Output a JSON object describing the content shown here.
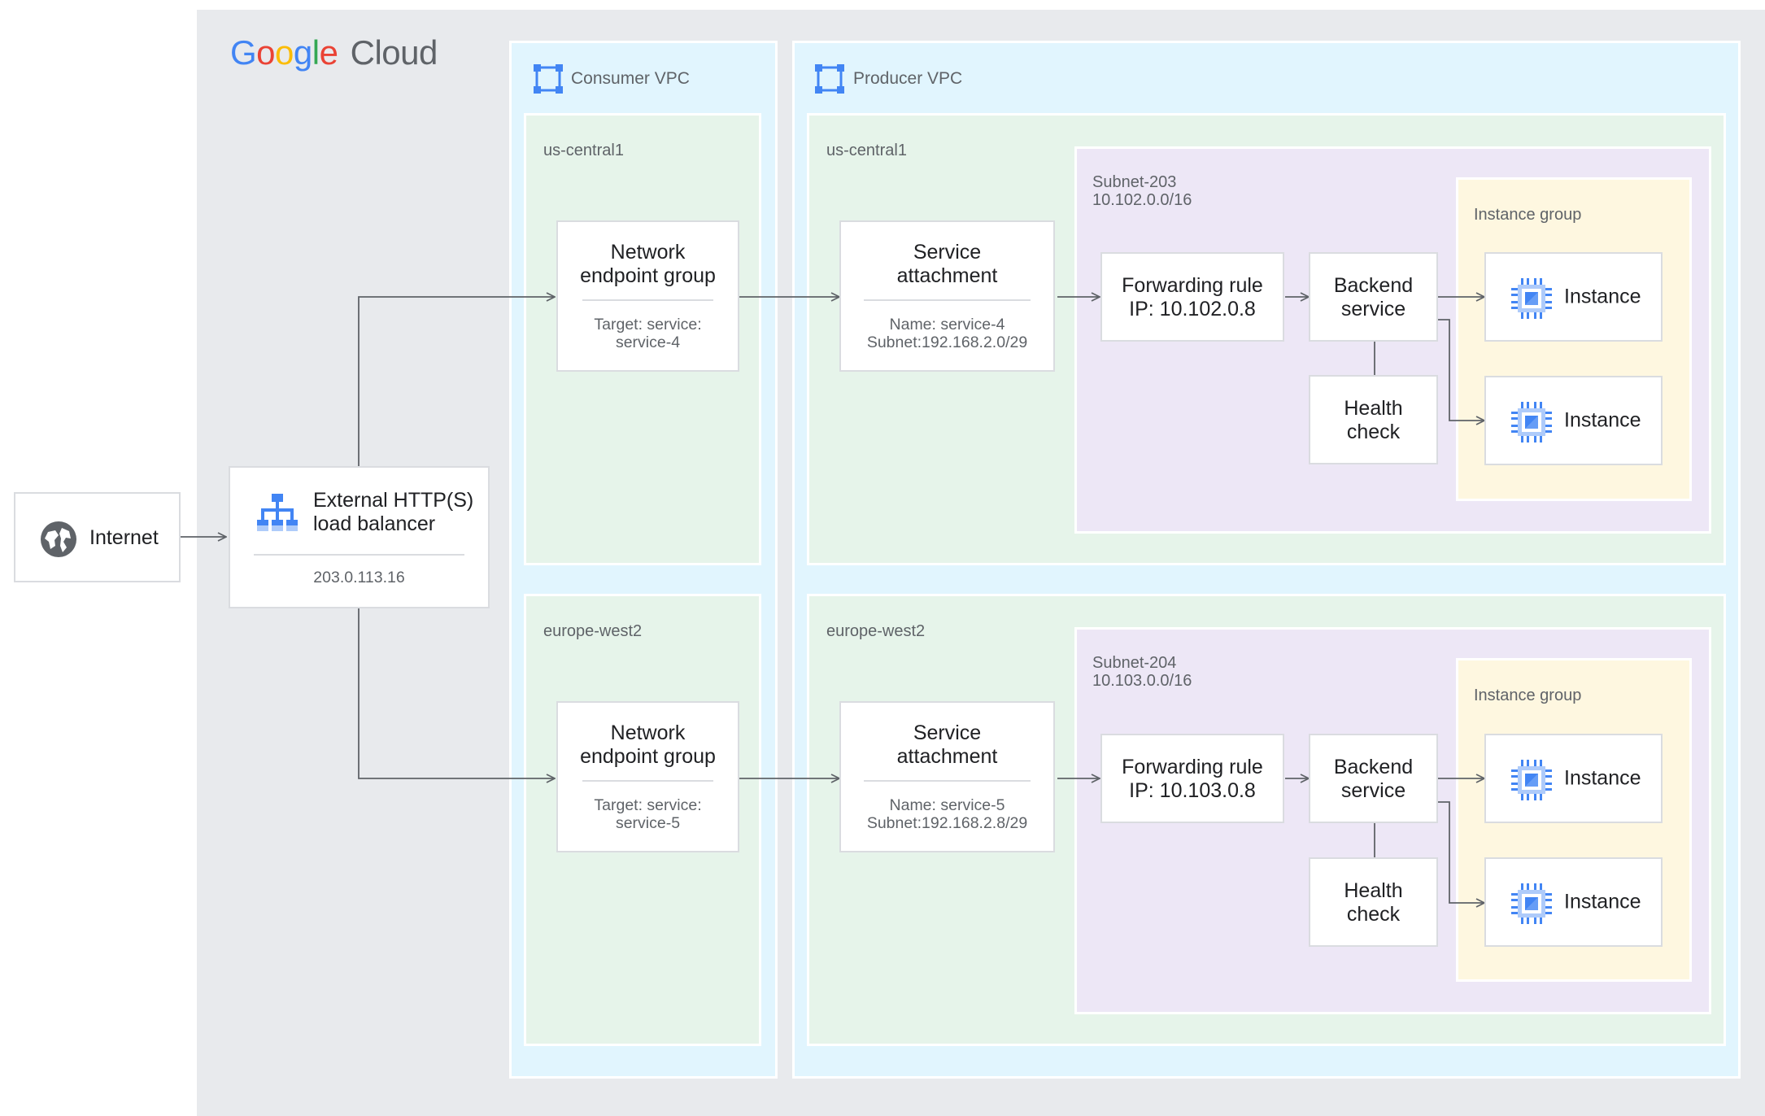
{
  "brand": {
    "letters": [
      {
        "t": "G",
        "color": "#4285F4"
      },
      {
        "t": "o",
        "color": "#EA4335"
      },
      {
        "t": "o",
        "color": "#FBBC05"
      },
      {
        "t": "g",
        "color": "#4285F4"
      },
      {
        "t": "l",
        "color": "#34A853"
      },
      {
        "t": "e",
        "color": "#EA4335"
      }
    ],
    "product": "Cloud",
    "product_color": "#5f6368"
  },
  "internet": {
    "label": "Internet"
  },
  "load_balancer": {
    "title_line1": "External HTTP(S)",
    "title_line2": "load balancer",
    "ip": "203.0.113.16"
  },
  "consumer_vpc": {
    "label": "Consumer VPC",
    "regions": [
      {
        "label": "us-central1",
        "neg": {
          "title_line1": "Network",
          "title_line2": "endpoint group",
          "target_line1": "Target: service:",
          "target_line2": "service-4"
        }
      },
      {
        "label": "europe-west2",
        "neg": {
          "title_line1": "Network",
          "title_line2": "endpoint group",
          "target_line1": "Target: service:",
          "target_line2": "service-5"
        }
      }
    ]
  },
  "producer_vpc": {
    "label": "Producer VPC",
    "regions": [
      {
        "label": "us-central1",
        "attachment": {
          "title_line1": "Service",
          "title_line2": "attachment",
          "name": "Name: service-4",
          "subnet": "Subnet:192.168.2.0/29"
        },
        "subnet": {
          "name": "Subnet-203",
          "cidr": "10.102.0.0/16"
        },
        "forwarding_rule": {
          "line1": "Forwarding rule",
          "line2": "IP: 10.102.0.8"
        },
        "backend": {
          "line1": "Backend",
          "line2": "service"
        },
        "health": {
          "line1": "Health",
          "line2": "check"
        },
        "instance_group": {
          "label": "Instance group",
          "instances": [
            "Instance",
            "Instance"
          ]
        }
      },
      {
        "label": "europe-west2",
        "attachment": {
          "title_line1": "Service",
          "title_line2": "attachment",
          "name": "Name: service-5",
          "subnet": "Subnet:192.168.2.8/29"
        },
        "subnet": {
          "name": "Subnet-204",
          "cidr": "10.103.0.0/16"
        },
        "forwarding_rule": {
          "line1": "Forwarding rule",
          "line2": "IP: 10.103.0.8"
        },
        "backend": {
          "line1": "Backend",
          "line2": "service"
        },
        "health": {
          "line1": "Health",
          "line2": "check"
        },
        "instance_group": {
          "label": "Instance group",
          "instances": [
            "Instance",
            "Instance"
          ]
        }
      }
    ]
  },
  "colors": {
    "cloud_bg": "#e8eaed",
    "vpc_bg": "#e1f5fe",
    "region_bg": "#e6f4ea",
    "subnet_bg": "#ede7f6",
    "instance_group_bg": "#fef7e0",
    "icon_blue": "#4285F4",
    "connector": "#5f6368"
  },
  "icons": [
    "globe-icon",
    "load-balancer-icon",
    "vpc-icon",
    "compute-instance-icon"
  ]
}
